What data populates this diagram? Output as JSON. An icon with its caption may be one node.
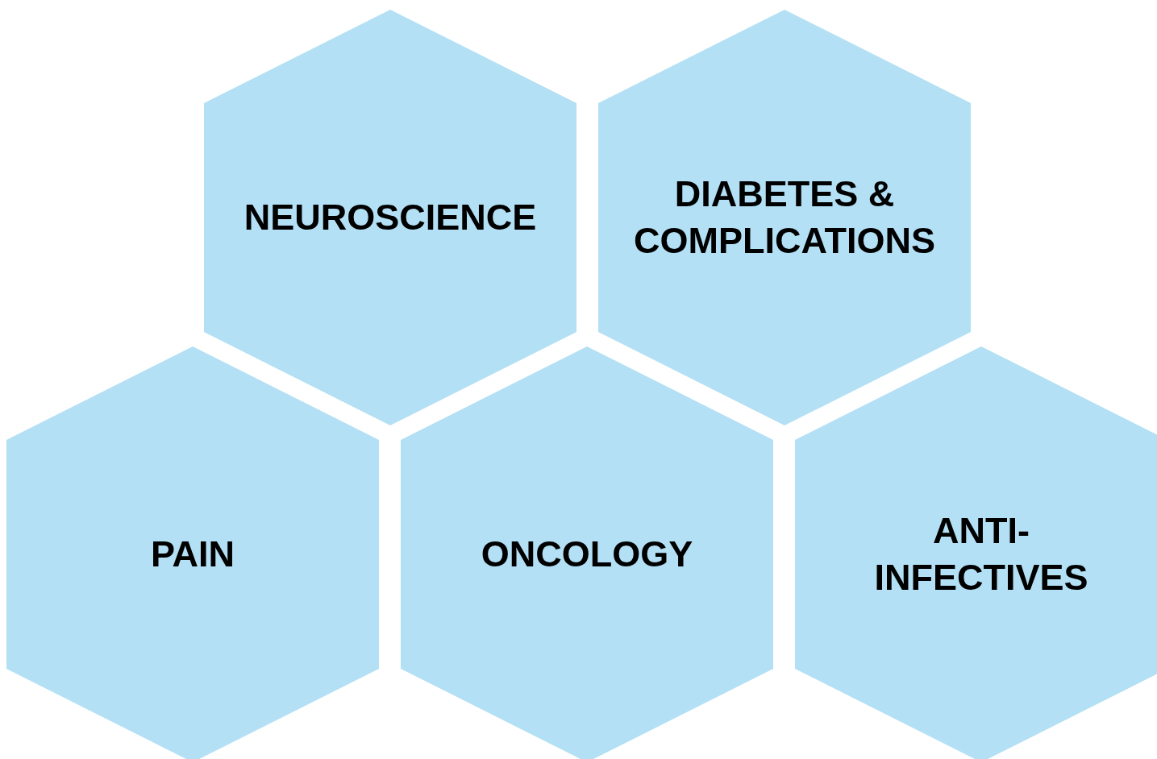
{
  "diagram": {
    "nodes": [
      {
        "text": [
          "NEUROSCIENCE"
        ]
      },
      {
        "text": [
          "DIABETES & COMPLICATIONS"
        ]
      },
      {
        "text": [
          "PAIN"
        ]
      },
      {
        "text": [
          "ONCOLOGY"
        ]
      },
      {
        "text": [
          "ANTI-INFECTIVES"
        ]
      }
    ]
  }
}
